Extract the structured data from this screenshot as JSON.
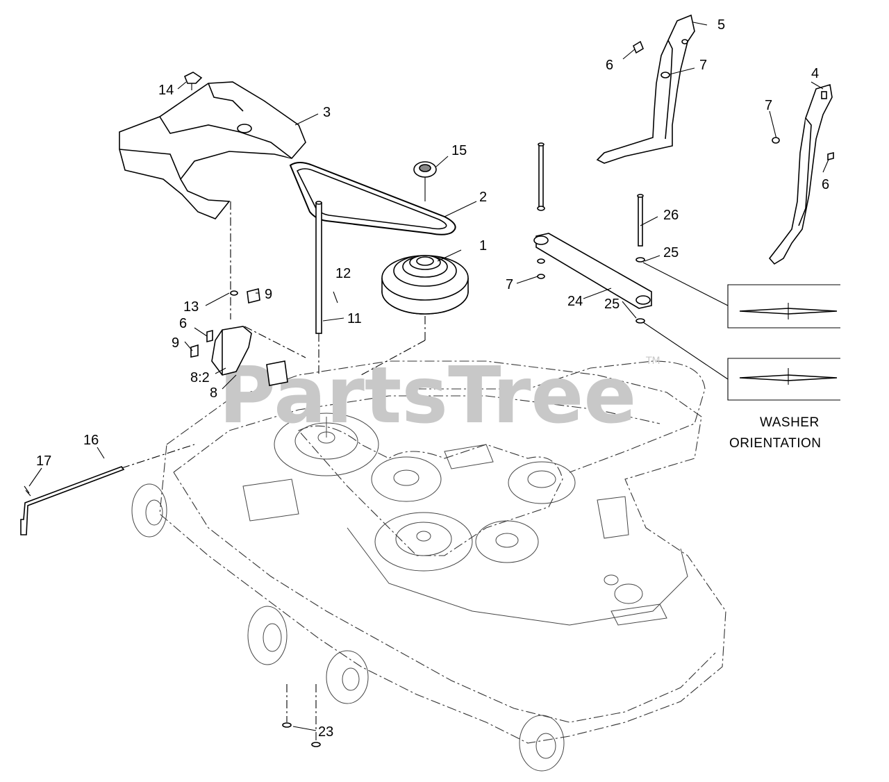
{
  "watermark": "PartsTree",
  "trademark": "TM",
  "washer_orientation": {
    "line1": "WASHER",
    "line2": "ORIENTATION"
  },
  "callouts": {
    "c1": "1",
    "c2": "2",
    "c3": "3",
    "c4": "4",
    "c5": "5",
    "c6a": "6",
    "c6b": "6",
    "c6c": "6",
    "c7a": "7",
    "c7b": "7",
    "c7c": "7",
    "c8": "8",
    "c8_2": "8:2",
    "c9a": "9",
    "c9b": "9",
    "c11": "11",
    "c12": "12",
    "c13": "13",
    "c14": "14",
    "c15": "15",
    "c16": "16",
    "c17": "17",
    "c23": "23",
    "c24": "24",
    "c25a": "25",
    "c25b": "25",
    "c26": "26"
  }
}
